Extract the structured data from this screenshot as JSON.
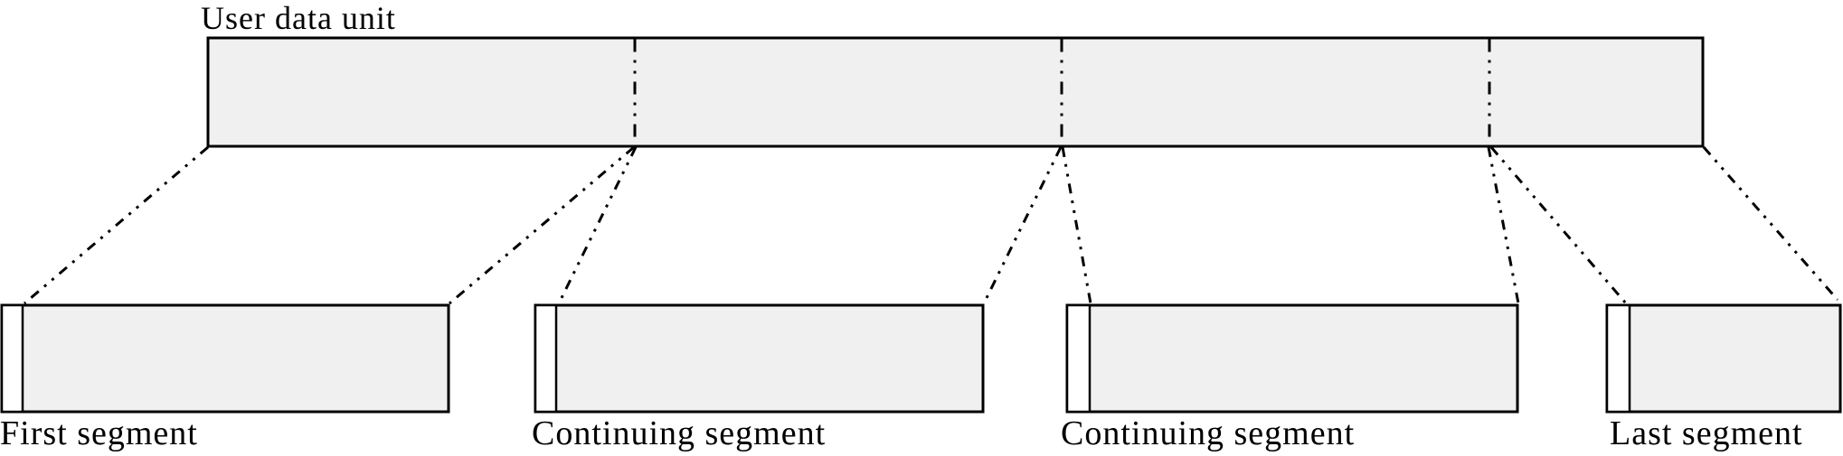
{
  "diagram": {
    "title": "User data unit",
    "segment_labels": [
      "First segment",
      "Continuing segment",
      "Continuing segment",
      "Last segment"
    ]
  },
  "colors": {
    "background": "#ffffff",
    "box_fill": "#f0f0f0",
    "header_fill": "#ffffff",
    "line": "#000000",
    "text": "#000000"
  }
}
